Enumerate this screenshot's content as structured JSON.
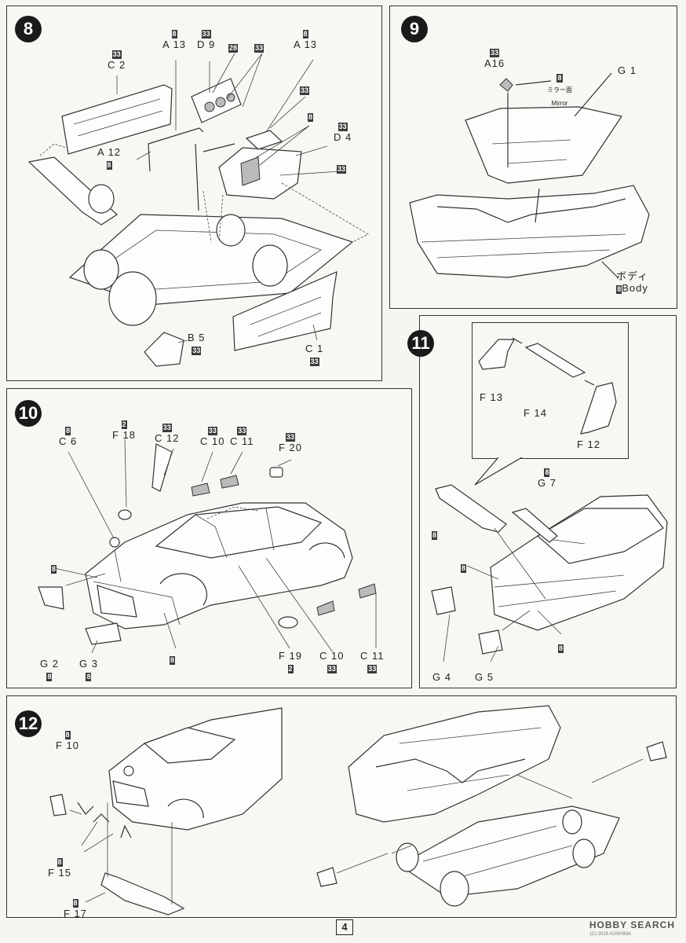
{
  "page_number": "4",
  "watermark": {
    "brand": "HOBBY SEARCH",
    "sub": "(C) 2019 AOSHIMA"
  },
  "steps": [
    {
      "number": "8",
      "labels": {
        "a13_left": {
          "code": "8",
          "text": "A 13"
        },
        "d9": {
          "code": "33",
          "text": "D 9"
        },
        "c28": {
          "code": "28",
          "text": ""
        },
        "c33_top": {
          "code": "33",
          "text": ""
        },
        "a13_right": {
          "code": "8",
          "text": "A 13"
        },
        "c2": {
          "code": "33",
          "text": "C 2"
        },
        "c33_mid": {
          "code": "33",
          "text": ""
        },
        "c8_engine": {
          "code": "8",
          "text": ""
        },
        "d4": {
          "code": "33",
          "text": "D 4"
        },
        "a12": {
          "code": "8",
          "text": "A 12"
        },
        "c33_right": {
          "code": "33",
          "text": ""
        },
        "b5": {
          "code": "33",
          "text": "B 5"
        },
        "c1": {
          "code": "33",
          "text": "C 1"
        }
      }
    },
    {
      "number": "9",
      "labels": {
        "a16": {
          "code": "33",
          "text": "A16"
        },
        "mirror_code": "8",
        "mirror_jp": "ミラー面",
        "mirror_en": "Mirror",
        "g1": "G 1",
        "body_jp": "ボディ",
        "body_code": "8",
        "body_en": "Body"
      }
    },
    {
      "number": "10",
      "labels": {
        "c6": {
          "code": "8",
          "text": "C 6"
        },
        "f18": {
          "code": "2",
          "text": "F 18"
        },
        "c12": {
          "code": "33",
          "text": "C 12"
        },
        "c10_top": {
          "code": "33",
          "text": "C 10"
        },
        "c11_top": {
          "code": "33",
          "text": "C 11"
        },
        "f20": {
          "code": "33",
          "text": "F 20"
        },
        "c8_left": {
          "code": "8",
          "text": ""
        },
        "c8_bottom": {
          "code": "8",
          "text": ""
        },
        "g2": {
          "code": "8",
          "text": "G 2"
        },
        "g3": {
          "code": "8",
          "text": "G 3"
        },
        "f19": {
          "code": "2",
          "text": "F 19"
        },
        "c10_bottom": {
          "code": "33",
          "text": "C 10"
        },
        "c11_bottom": {
          "code": "33",
          "text": "C 11"
        }
      }
    },
    {
      "number": "11",
      "labels": {
        "f13": "F 13",
        "f14": "F 14",
        "f12": "F 12",
        "g7": {
          "code": "8",
          "text": "G 7"
        },
        "c8_wing": {
          "code": "8",
          "text": ""
        },
        "c8_front": {
          "code": "8",
          "text": ""
        },
        "c8_rear": {
          "code": "8",
          "text": ""
        },
        "g4": "G 4",
        "g5": "G 5"
      }
    },
    {
      "number": "12",
      "labels": {
        "f10": {
          "code": "8",
          "text": "F 10"
        },
        "f15": {
          "code": "8",
          "text": "F 15"
        },
        "f17": {
          "code": "8",
          "text": "F 17"
        }
      }
    }
  ]
}
